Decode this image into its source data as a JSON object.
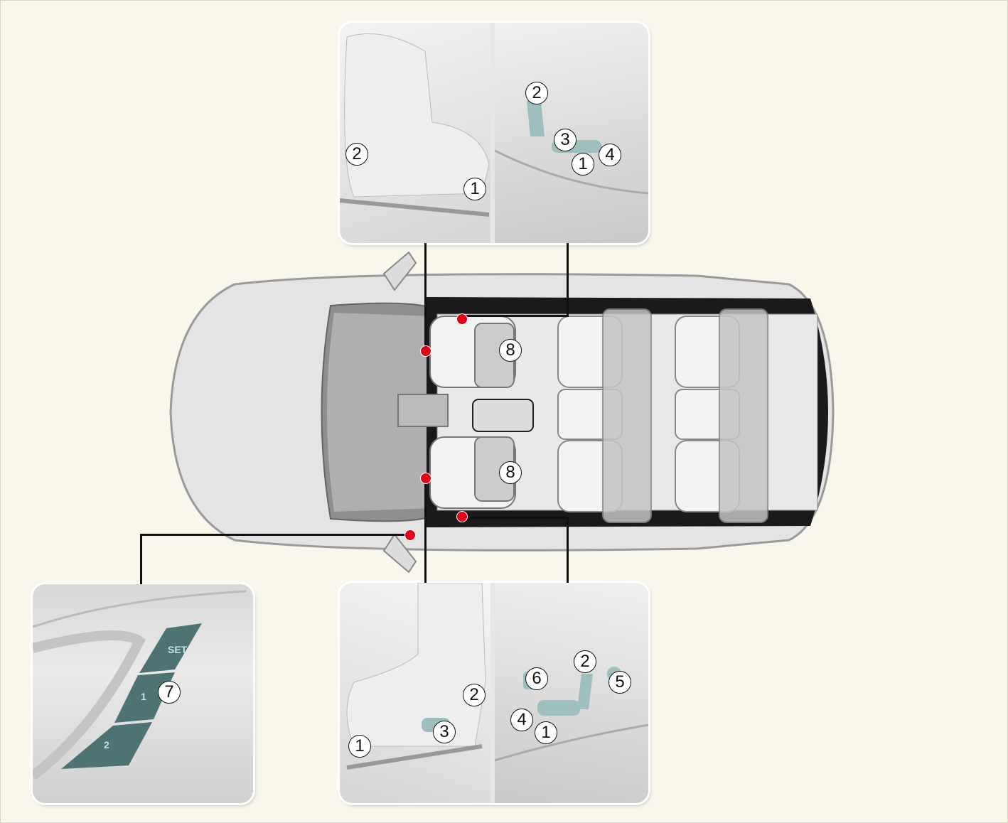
{
  "title": "Seat controls overview",
  "callouts": {
    "front_seat_top": [
      "2",
      "1"
    ],
    "front_seat_top_switch": [
      "2",
      "3",
      "1",
      "4"
    ],
    "car": [
      "8",
      "8"
    ],
    "front_seat_bottom": [
      "2",
      "3",
      "1"
    ],
    "front_seat_bottom_switch": [
      "2",
      "6",
      "5",
      "4",
      "1"
    ],
    "memory_panel": [
      "7"
    ]
  },
  "memory_buttons": {
    "set": "SET",
    "mem1": "1",
    "mem2": "2"
  },
  "colors": {
    "background": "#f9f7ec",
    "marker": "#e2001a",
    "button": "#4e7373"
  }
}
